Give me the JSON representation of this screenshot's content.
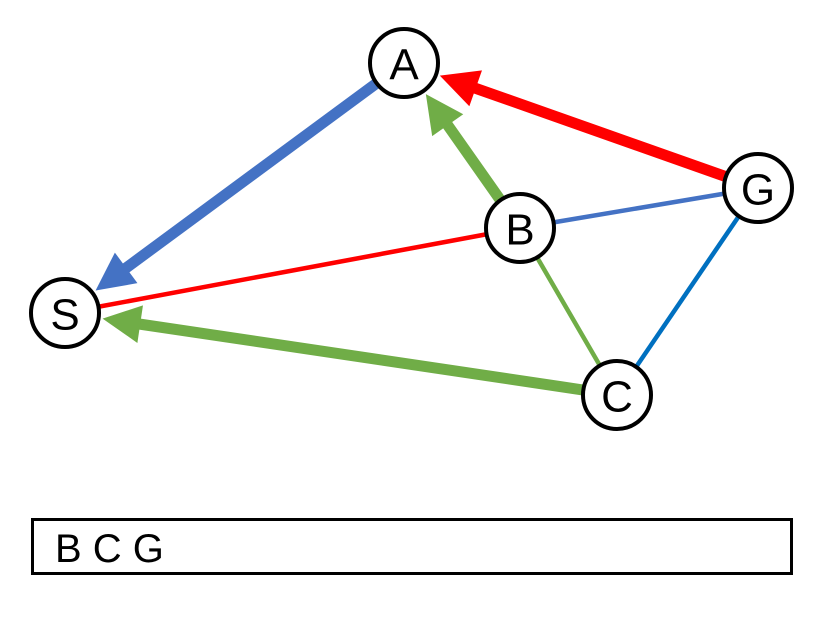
{
  "graph": {
    "nodes": [
      {
        "id": "A",
        "label": "A"
      },
      {
        "id": "B",
        "label": "B"
      },
      {
        "id": "C",
        "label": "C"
      },
      {
        "id": "G",
        "label": "G"
      },
      {
        "id": "S",
        "label": "S"
      }
    ],
    "edges": [
      {
        "from": "A",
        "to": "S",
        "color": "#4472C4",
        "directed": true,
        "weight": "thick"
      },
      {
        "from": "G",
        "to": "A",
        "color": "#FF0000",
        "directed": true,
        "weight": "thick"
      },
      {
        "from": "B",
        "to": "A",
        "color": "#70AD47",
        "directed": true,
        "weight": "thick"
      },
      {
        "from": "C",
        "to": "S",
        "color": "#70AD47",
        "directed": true,
        "weight": "thick"
      },
      {
        "from": "S",
        "to": "B",
        "color": "#FF0000",
        "directed": false,
        "weight": "thin"
      },
      {
        "from": "B",
        "to": "G",
        "color": "#4472C4",
        "directed": false,
        "weight": "thin"
      },
      {
        "from": "B",
        "to": "C",
        "color": "#70AD47",
        "directed": false,
        "weight": "thin"
      },
      {
        "from": "C",
        "to": "G",
        "color": "#0070C0",
        "directed": false,
        "weight": "thin"
      }
    ]
  },
  "sequence_box": {
    "text": "B C G"
  }
}
